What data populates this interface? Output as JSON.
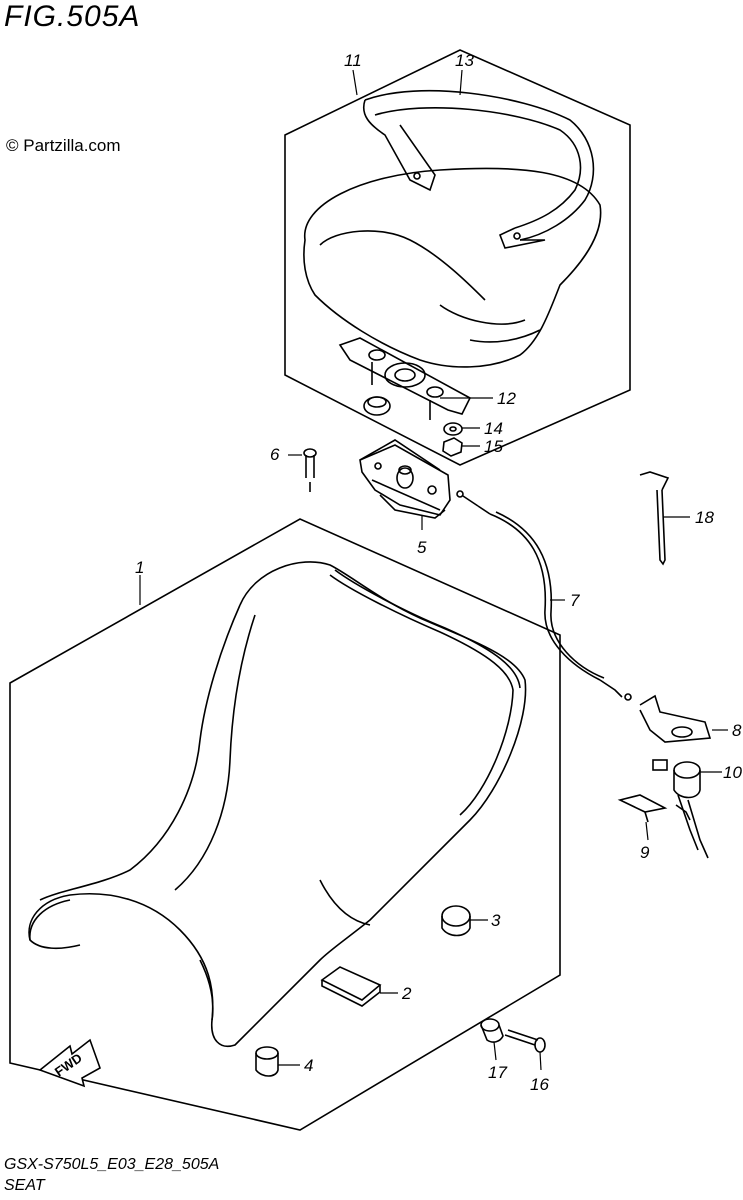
{
  "figure": {
    "title": "FIG.505A",
    "copyright": "© Partzilla.com",
    "code": "GSX-S750L5_E03_E28_505A",
    "name": "SEAT"
  },
  "fwd_label": "FWD",
  "callouts": [
    "1",
    "2",
    "3",
    "4",
    "5",
    "6",
    "7",
    "8",
    "9",
    "10",
    "11",
    "12",
    "13",
    "14",
    "15",
    "16",
    "17",
    "18"
  ]
}
